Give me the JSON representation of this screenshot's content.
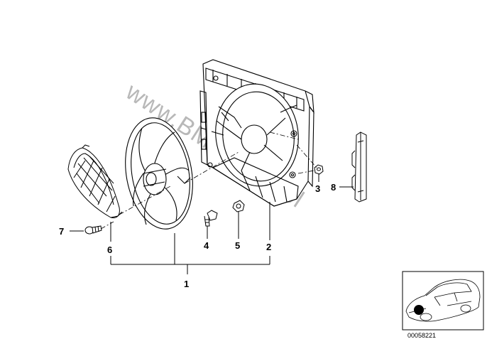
{
  "diagram": {
    "watermark": "www.BMWstore.pl",
    "diagram_code": "00058221",
    "callouts": [
      "1",
      "2",
      "3",
      "4",
      "5",
      "6",
      "7",
      "8"
    ],
    "parts": [
      "fan-shroud",
      "fan-wheel",
      "fan-motor-cover",
      "retainer-bracket",
      "hex-bolt",
      "washer",
      "nut",
      "screw"
    ],
    "highlight_color": "#000000",
    "line_color": "#000000"
  }
}
